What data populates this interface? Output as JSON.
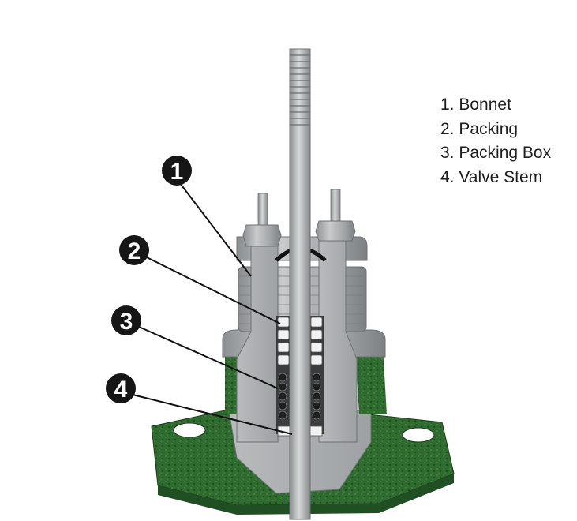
{
  "legend": {
    "items": [
      {
        "label": "1. Bonnet"
      },
      {
        "label": "2. Packing"
      },
      {
        "label": "3. Packing Box"
      },
      {
        "label": "4. Valve Stem"
      }
    ]
  },
  "callouts": [
    {
      "number": "1"
    },
    {
      "number": "2"
    },
    {
      "number": "3"
    },
    {
      "number": "4"
    }
  ],
  "colors": {
    "steel": "#a9acae",
    "casting_green": "#2f6b2f",
    "callout_fill": "#161616",
    "leader_line": "#111111"
  }
}
